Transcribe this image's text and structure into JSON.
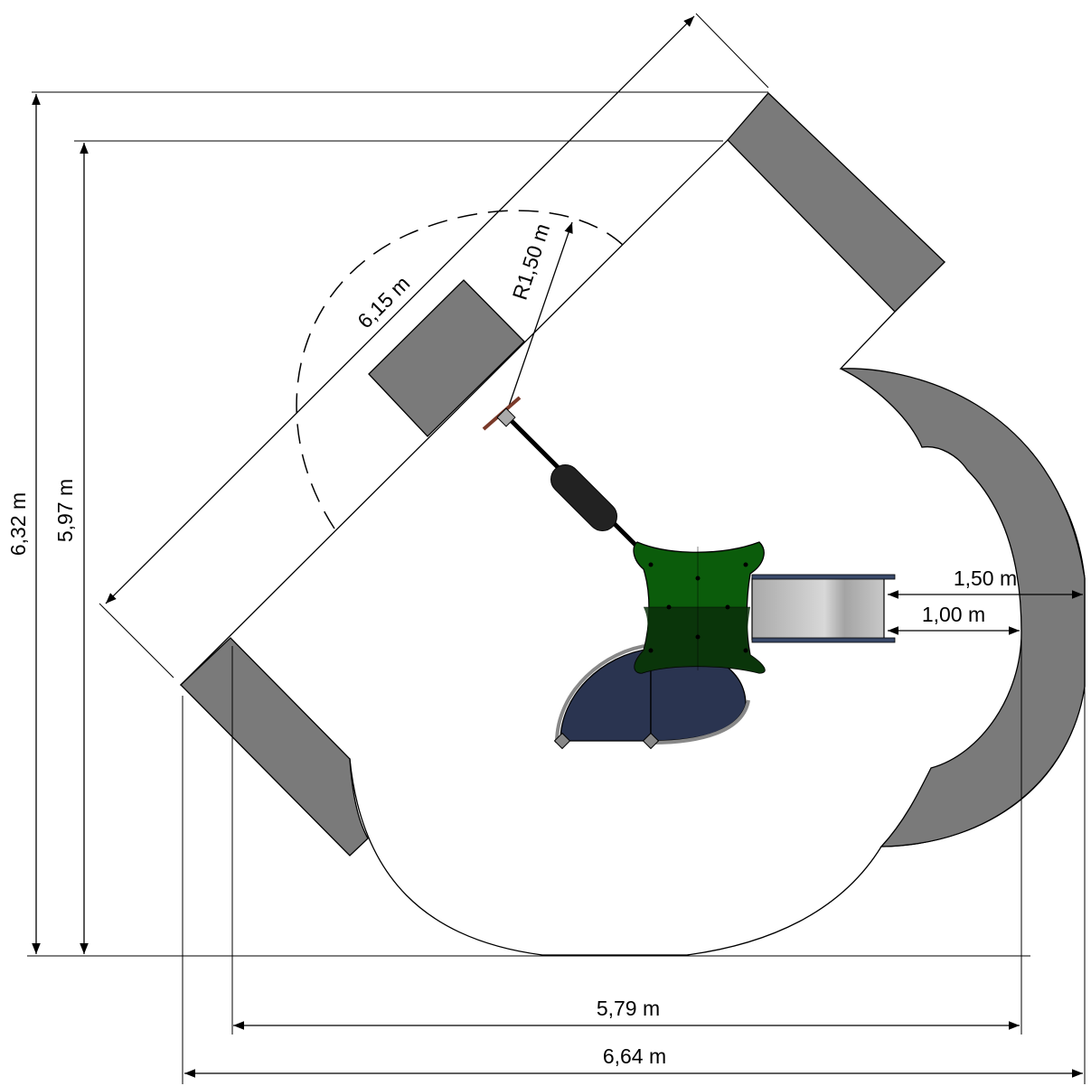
{
  "drawing": {
    "dimensions": {
      "height_outer": "6,32 m",
      "height_inner": "5,97 m",
      "width_outer": "6,64 m",
      "width_inner": "5,79 m",
      "diagonal": "6,15 m",
      "radius": "R1,50 m",
      "slide_zone_outer": "1,50 m",
      "slide_zone_inner": "1,00 m"
    },
    "colors": {
      "safety_zone_fill": "#7a7a7a",
      "platform_green": "#0b5c0b",
      "platform_dark": "#0a2e0a",
      "stair_navy": "#2a3450",
      "slide_grey": "#c8c8c8",
      "line": "#000000"
    },
    "icons": {
      "platform": "play-platform",
      "slide": "slide",
      "steps": "quarter-round-steps",
      "rope": "spring-rope-bridge"
    }
  }
}
